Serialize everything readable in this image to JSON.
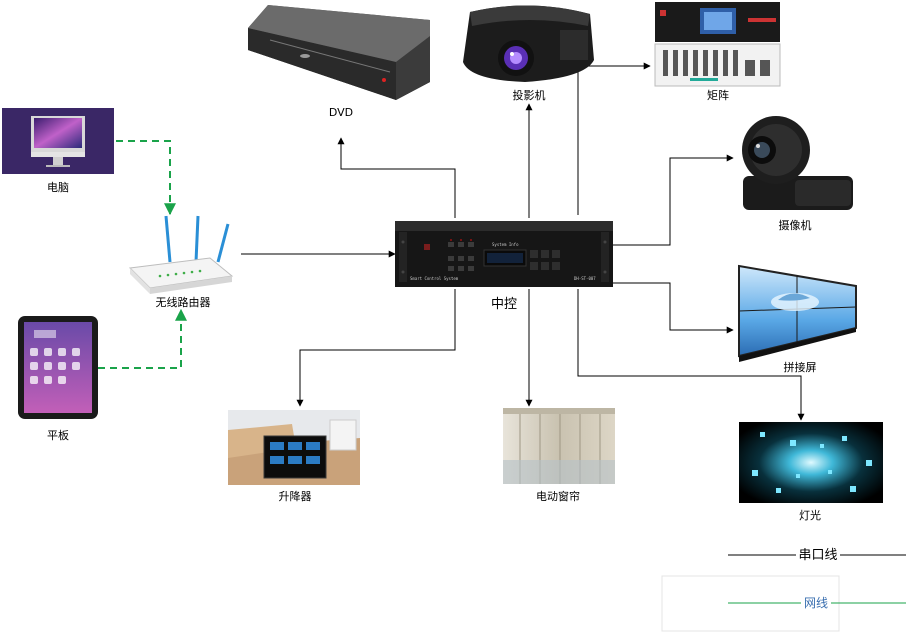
{
  "devices": {
    "dvd": "DVD",
    "projector": "投影机",
    "matrix": "矩阵",
    "computer": "电脑",
    "camera": "摄像机",
    "router": "无线路由器",
    "controller": "中控",
    "videowall": "拼接屏",
    "tablet": "平板",
    "lift": "升降器",
    "curtain": "电动窗帘",
    "lighting": "灯光"
  },
  "controller_panel": {
    "system_label": "Smart Control System",
    "screen_label": "System Info",
    "model": "DH-ST-007"
  },
  "legend": {
    "serial_label": "串口线",
    "network_label": "网线",
    "serial_color": "#000000",
    "network_color": "#1aa34a"
  },
  "colors": {
    "network_line": "#1aa34a",
    "serial_line": "#000000",
    "network_text": "#3a6fb0"
  }
}
